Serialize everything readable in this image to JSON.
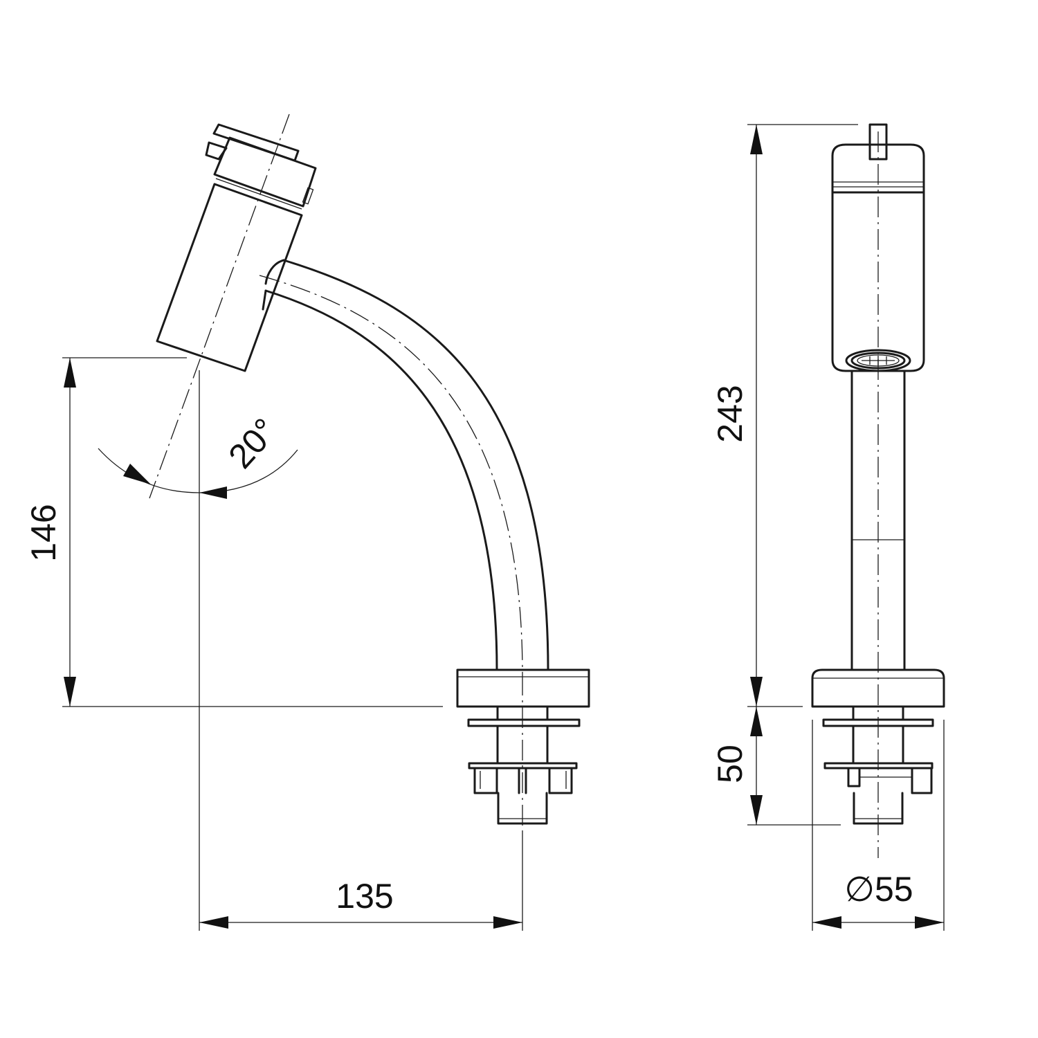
{
  "side_view": {
    "height_to_spout": "146",
    "reach": "135",
    "spout_angle": "20°"
  },
  "front_view": {
    "overall_height": "243",
    "shank_length": "50",
    "diameter": "∅55"
  },
  "colors": {
    "line": "#1a1a1a",
    "background": "#ffffff"
  }
}
